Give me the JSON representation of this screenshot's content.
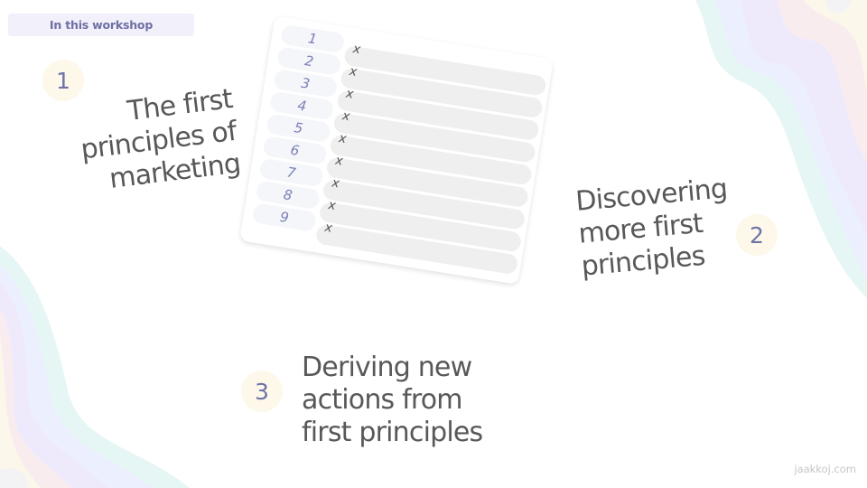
{
  "tag": {
    "label": "In this workshop"
  },
  "items": [
    {
      "number": "1",
      "title_lines": [
        "The first",
        "principles of",
        "marketing"
      ]
    },
    {
      "number": "2",
      "title_lines": [
        "Discovering",
        "more first",
        "principles"
      ]
    },
    {
      "number": "3",
      "title_lines": [
        "Deriving new",
        "actions from",
        "first principles"
      ]
    }
  ],
  "list_card": {
    "rows": [
      {
        "num": "1",
        "value": "x"
      },
      {
        "num": "2",
        "value": "x"
      },
      {
        "num": "3",
        "value": "x"
      },
      {
        "num": "4",
        "value": "x"
      },
      {
        "num": "5",
        "value": "x"
      },
      {
        "num": "6",
        "value": "x"
      },
      {
        "num": "7",
        "value": "x"
      },
      {
        "num": "8",
        "value": "x"
      },
      {
        "num": "9",
        "value": "x"
      }
    ]
  },
  "footer": {
    "text": "jaakkoj.com"
  },
  "colors": {
    "badge_bg": "#fdf8ea",
    "badge_text": "#6e72a8",
    "tag_bg": "#f2f0fb",
    "heading_text": "#585858"
  }
}
